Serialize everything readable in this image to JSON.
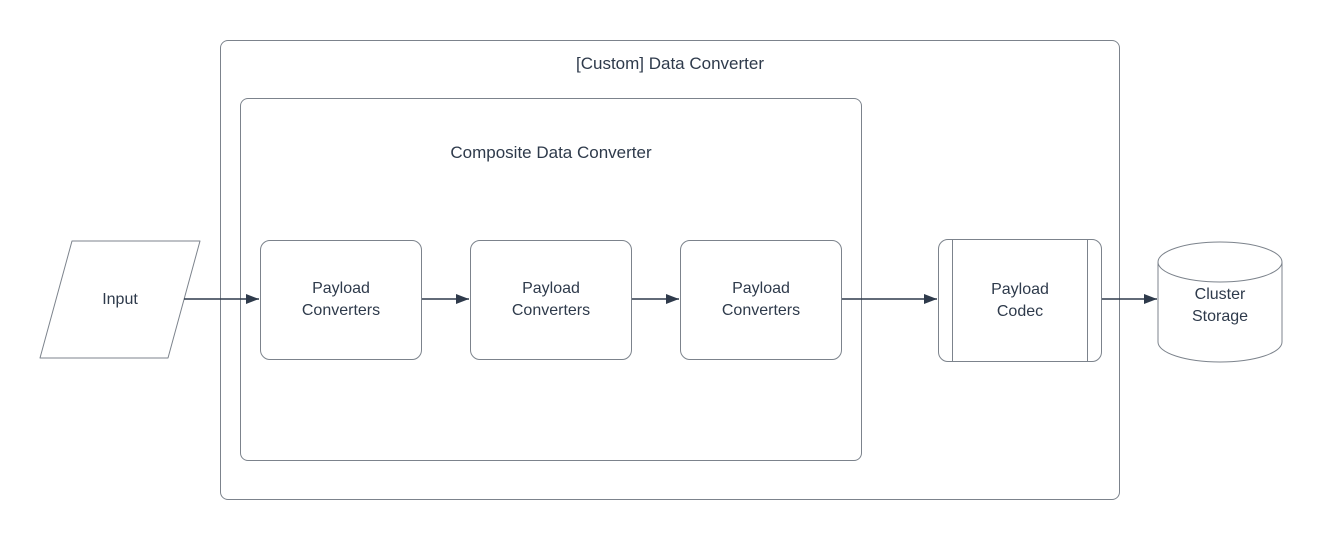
{
  "diagram": {
    "colors": {
      "background": "#ffffff",
      "shape_stroke": "#7c838c",
      "text": "#2e3a4b",
      "arrow": "#2e3a4b"
    },
    "outer_container": {
      "label": "[Custom] Data Converter"
    },
    "inner_container": {
      "label": "Composite Data Converter"
    },
    "nodes": {
      "input": {
        "label": "Input",
        "shape": "parallelogram"
      },
      "converters": [
        {
          "label": "Payload Converters"
        },
        {
          "label": "Payload Converters"
        },
        {
          "label": "Payload Converters"
        }
      ],
      "codec": {
        "label": "Payload Codec",
        "shape": "predefined-process"
      },
      "storage": {
        "label": "Cluster Storage",
        "shape": "cylinder"
      }
    }
  }
}
